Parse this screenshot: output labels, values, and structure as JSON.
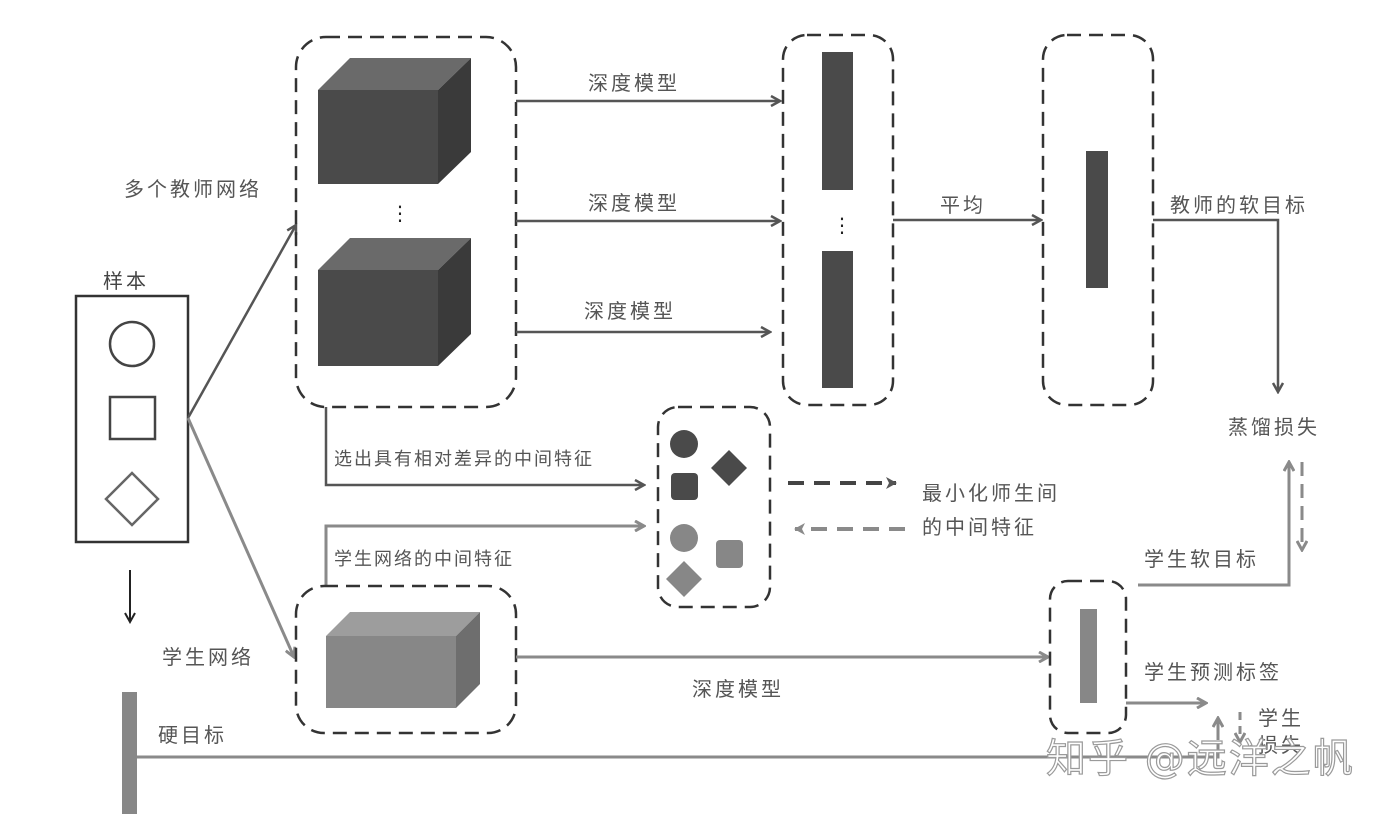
{
  "colors": {
    "teacher_dark": "#4a4a4a",
    "teacher_top": "#6a6a6a",
    "teacher_side": "#3a3a3a",
    "student_front": "#878787",
    "student_top": "#9d9d9d",
    "student_side": "#6e6e6e",
    "teacher_arrow": "#555555",
    "student_arrow": "#8a8a8a"
  },
  "labels": {
    "samples": "样本",
    "teacher_networks": "多个教师网络",
    "deep_model_1": "深度模型",
    "deep_model_2": "深度模型",
    "deep_model_3": "深度模型",
    "average": "平均",
    "teacher_soft_target": "教师的软目标",
    "distillation_loss": "蒸馏损失",
    "select_features": "选出具有相对差异的中间特征",
    "student_features": "学生网络的中间特征",
    "minimize_line1": "最小化师生间",
    "minimize_line2": "的中间特征",
    "student_soft_target": "学生软目标",
    "student_network": "学生网络",
    "student_deep_model": "深度模型",
    "student_pred_label": "学生预测标签",
    "student_loss_line1": "学生",
    "student_loss_line2": "损失",
    "hard_target": "硬目标",
    "ellipsis": "⋮"
  },
  "sample_shapes": [
    "circle",
    "square",
    "diamond"
  ],
  "watermark": "知乎 @远洋之帆"
}
